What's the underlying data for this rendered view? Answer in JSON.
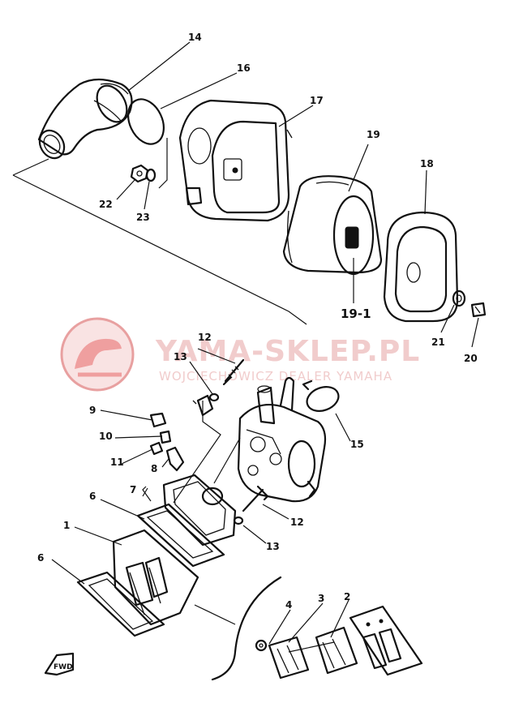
{
  "watermark": {
    "title": "YAMA-SKLEP.PL",
    "subtitle": "WOJCIECHOWICZ DEALER YAMAHA",
    "logo_color": "#e8a0a0"
  },
  "callouts": {
    "c14": "14",
    "c16": "16",
    "c17": "17",
    "c19": "19",
    "c18": "18",
    "c22": "22",
    "c23": "23",
    "c19_1": "19-1",
    "c21": "21",
    "c20": "20",
    "c12_top": "12",
    "c13_top": "13",
    "c9": "9",
    "c10": "10",
    "c11": "11",
    "c8": "8",
    "c7": "7",
    "c15": "15",
    "c12_bottom": "12",
    "c13_bottom": "13",
    "c6_top": "6",
    "c1": "1",
    "c6_bottom": "6",
    "c4": "4",
    "c3": "3",
    "c2": "2"
  },
  "fwd_label": "FWD"
}
